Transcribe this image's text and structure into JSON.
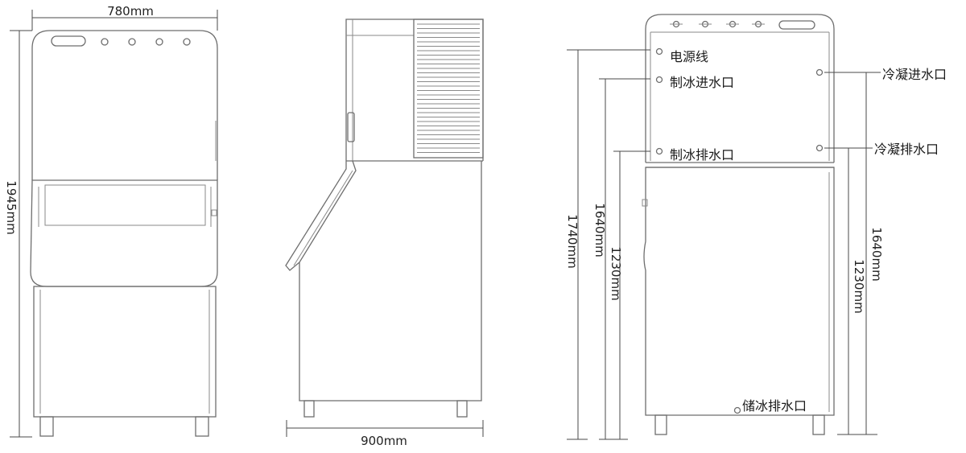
{
  "front_view": {
    "width_label": "780mm",
    "height_label": "1945mm"
  },
  "side_view": {
    "depth_label": "900mm"
  },
  "rear_view": {
    "port_labels": {
      "power": "电源线",
      "ice_inlet": "制冰进水口",
      "ice_drain": "制冰排水口",
      "condense_inlet": "冷凝进水口",
      "condense_drain": "冷凝排水口",
      "storage_drain": "储冰排水口"
    },
    "left_heights": {
      "h1740": "1740mm",
      "h1640": "1640mm",
      "h1230": "1230mm"
    },
    "right_heights": {
      "h1640": "1640mm",
      "h1230": "1230mm"
    }
  },
  "colors": {
    "line": "#6e6e6e",
    "text": "#222222"
  }
}
